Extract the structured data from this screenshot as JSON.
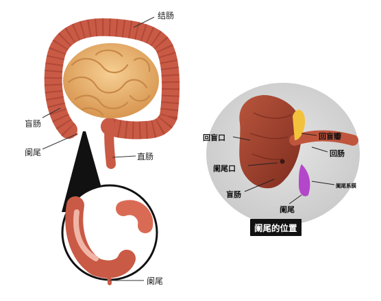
{
  "labels": {
    "colon": "结肠",
    "cecum_left": "盲肠",
    "appendix_left": "阑尾",
    "rectum": "直肠",
    "appendix_zoom": "阑尾",
    "ileocecal_orifice": "回盲口",
    "ileocecal_valve": "回盲瓣",
    "ileum": "回肠",
    "appendix_orifice": "阑尾口",
    "cecum_right": "盲肠",
    "mesoappendix": "阑尾系膜",
    "appendix_right": "阑尾"
  },
  "caption": "阑尾的位置",
  "colors": {
    "colon": "#c95a45",
    "colon_dark": "#9c3a2c",
    "small_intestine": "#eab170",
    "small_intestine_dark": "#c88848",
    "circle_bg": "#d9d9d9",
    "cecum": "#a8452f",
    "valve": "#f3c23c",
    "mesoappendix": "#b447c9"
  }
}
